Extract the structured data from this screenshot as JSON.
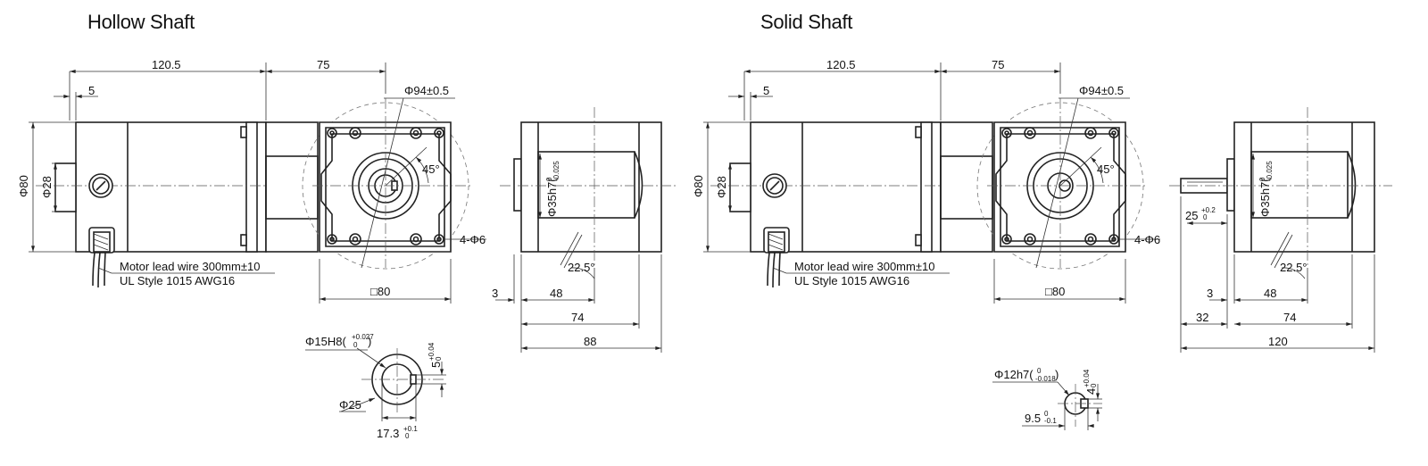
{
  "titles": {
    "hollow": "Hollow Shaft",
    "solid": "Solid Shaft"
  },
  "hollow": {
    "motor_length": "120.5",
    "gear_length": "75",
    "flange_offset": "5",
    "pcd": "Φ94±0.5",
    "body_dia": "Φ80",
    "pilot_dia": "Φ28",
    "angle": "45°",
    "holes": "4-Φ6",
    "square": "□80",
    "lead_wire_1": "Motor lead wire 300mm±10",
    "lead_wire_2": "UL Style 1015 AWG16",
    "side_bore": "Φ35h7(",
    "side_bore_tol": "-0.025",
    "side_bore_tol_top": "0",
    "side_angle": "22.5°",
    "side_dim_3": "3",
    "side_dim_48": "48",
    "side_dim_74": "74",
    "side_dim_total": "88",
    "detail_bore": "Φ15H8(",
    "detail_bore_tol_top": "+0.027",
    "detail_bore_tol_bot": "0",
    "detail_key": "5",
    "detail_key_tol_top": "+0.04",
    "detail_key_tol_bot": "0",
    "detail_od": "Φ25",
    "detail_depth": "17.3",
    "detail_depth_tol_top": "+0.1",
    "detail_depth_tol_bot": "0"
  },
  "solid": {
    "motor_length": "120.5",
    "gear_length": "75",
    "flange_offset": "5",
    "pcd": "Φ94±0.5",
    "body_dia": "Φ80",
    "pilot_dia": "Φ28",
    "angle": "45°",
    "holes": "4-Φ6",
    "square": "□80",
    "lead_wire_1": "Motor lead wire 300mm±10",
    "lead_wire_2": "UL Style 1015 AWG16",
    "side_bore": "Φ35h7(",
    "side_bore_tol": "-0.025",
    "side_bore_tol_top": "0",
    "side_angle": "22.5°",
    "key_length": "25",
    "key_length_tol_top": "+0.2",
    "key_length_tol_bot": "0",
    "side_dim_3": "3",
    "side_dim_48": "48",
    "side_dim_32": "32",
    "side_dim_74": "74",
    "side_dim_total": "120",
    "detail_shaft": "Φ12h7(",
    "detail_shaft_tol_top": "0",
    "detail_shaft_tol_bot": "-0.018",
    "detail_key": "4",
    "detail_key_tol_top": "+0.04",
    "detail_key_tol_bot": "0",
    "detail_flat": "9.5",
    "detail_flat_tol_top": "0",
    "detail_flat_tol_bot": "-0.1"
  }
}
